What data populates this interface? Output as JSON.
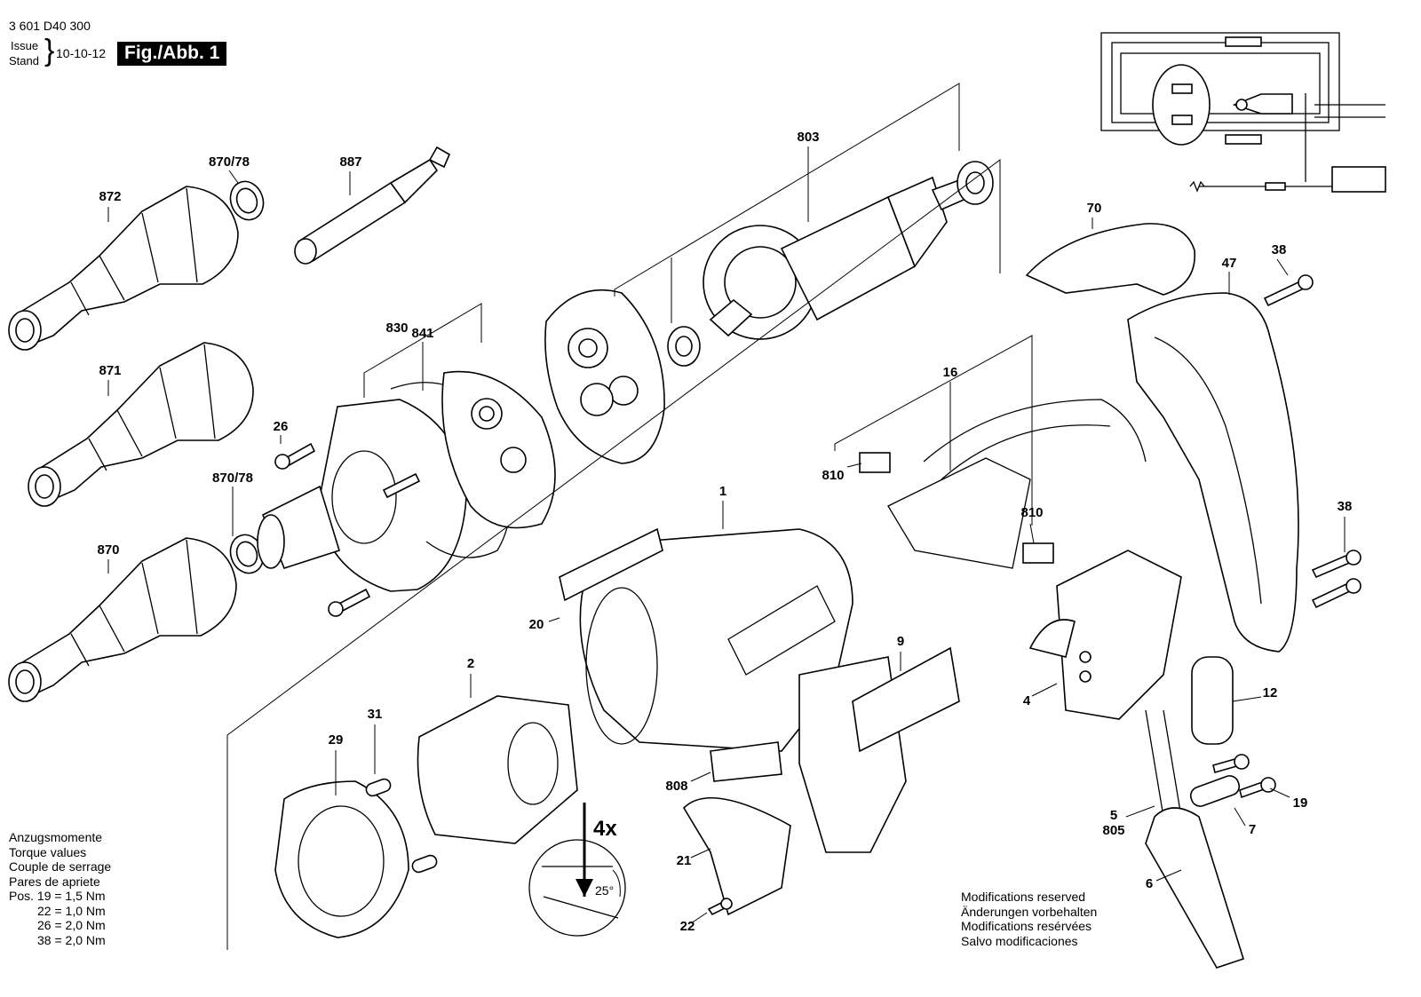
{
  "header": {
    "part_number": "3 601 D40 300",
    "issue_label": "Issue",
    "stand_label": "Stand",
    "issue_date": "10-10-12",
    "figure_label": "Fig./Abb. 1"
  },
  "callouts": {
    "c872": "872",
    "c870_78_top": "870/78",
    "c887": "887",
    "c803": "803",
    "c70": "70",
    "c38_top": "38",
    "c47": "47",
    "c871": "871",
    "c830": "830",
    "c841": "841",
    "c16": "16",
    "c26": "26",
    "c810_left": "810",
    "c810_right": "810",
    "c870_78_mid": "870/78",
    "c870": "870",
    "c1": "1",
    "c38_mid": "38",
    "c20": "20",
    "c9": "9",
    "c2": "2",
    "c31": "31",
    "c29": "29",
    "c4": "4",
    "c12": "12",
    "c808": "808",
    "c19": "19",
    "c5_805": [
      "5",
      "805"
    ],
    "c7": "7",
    "c21": "21",
    "c6": "6",
    "c22": "22"
  },
  "install": {
    "count": "4x",
    "angle": "25°"
  },
  "torque": {
    "headings": [
      "Anzugsmomente",
      "Torque values",
      "Couple de serrage",
      "Pares de apriete"
    ],
    "rows": [
      "Pos. 19 = 1,5 Nm",
      "22 = 1,0 Nm",
      "26 = 2,0 Nm",
      "38 = 2,0 Nm"
    ]
  },
  "notice": [
    "Modifications reserved",
    "Änderungen vorbehalten",
    "Modifications resérvées",
    "Salvo modificaciones"
  ]
}
